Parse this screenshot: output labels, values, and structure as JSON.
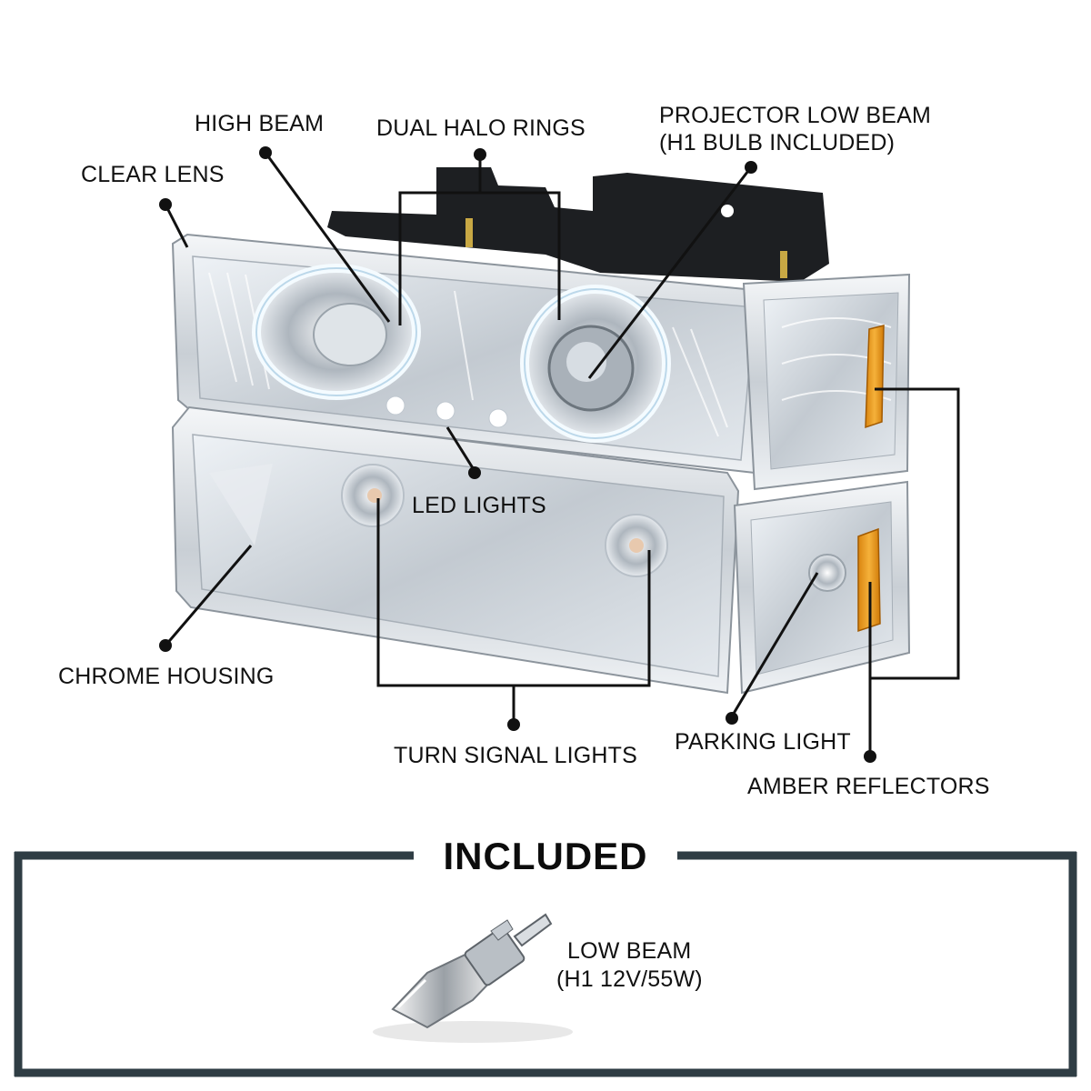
{
  "callouts": {
    "high_beam": "HIGH BEAM",
    "dual_halo_rings": "DUAL HALO RINGS",
    "projector_low_beam_line1": "PROJECTOR LOW BEAM",
    "projector_low_beam_line2": "(H1 BULB INCLUDED)",
    "clear_lens": "CLEAR LENS",
    "led_lights": "LED LIGHTS",
    "chrome_housing": "CHROME HOUSING",
    "turn_signal_lights": "TURN SIGNAL LIGHTS",
    "parking_light": "PARKING LIGHT",
    "amber_reflectors": "AMBER REFLECTORS"
  },
  "included": {
    "title": "INCLUDED",
    "item_line1": "LOW BEAM",
    "item_line2": "(H1 12V/55W)"
  },
  "colors": {
    "frame": "#2f3d44",
    "amber": "#f0a020",
    "chrome": "#d6dbe0",
    "halo": "#f4fbff",
    "bracket": "#1d1f22"
  }
}
